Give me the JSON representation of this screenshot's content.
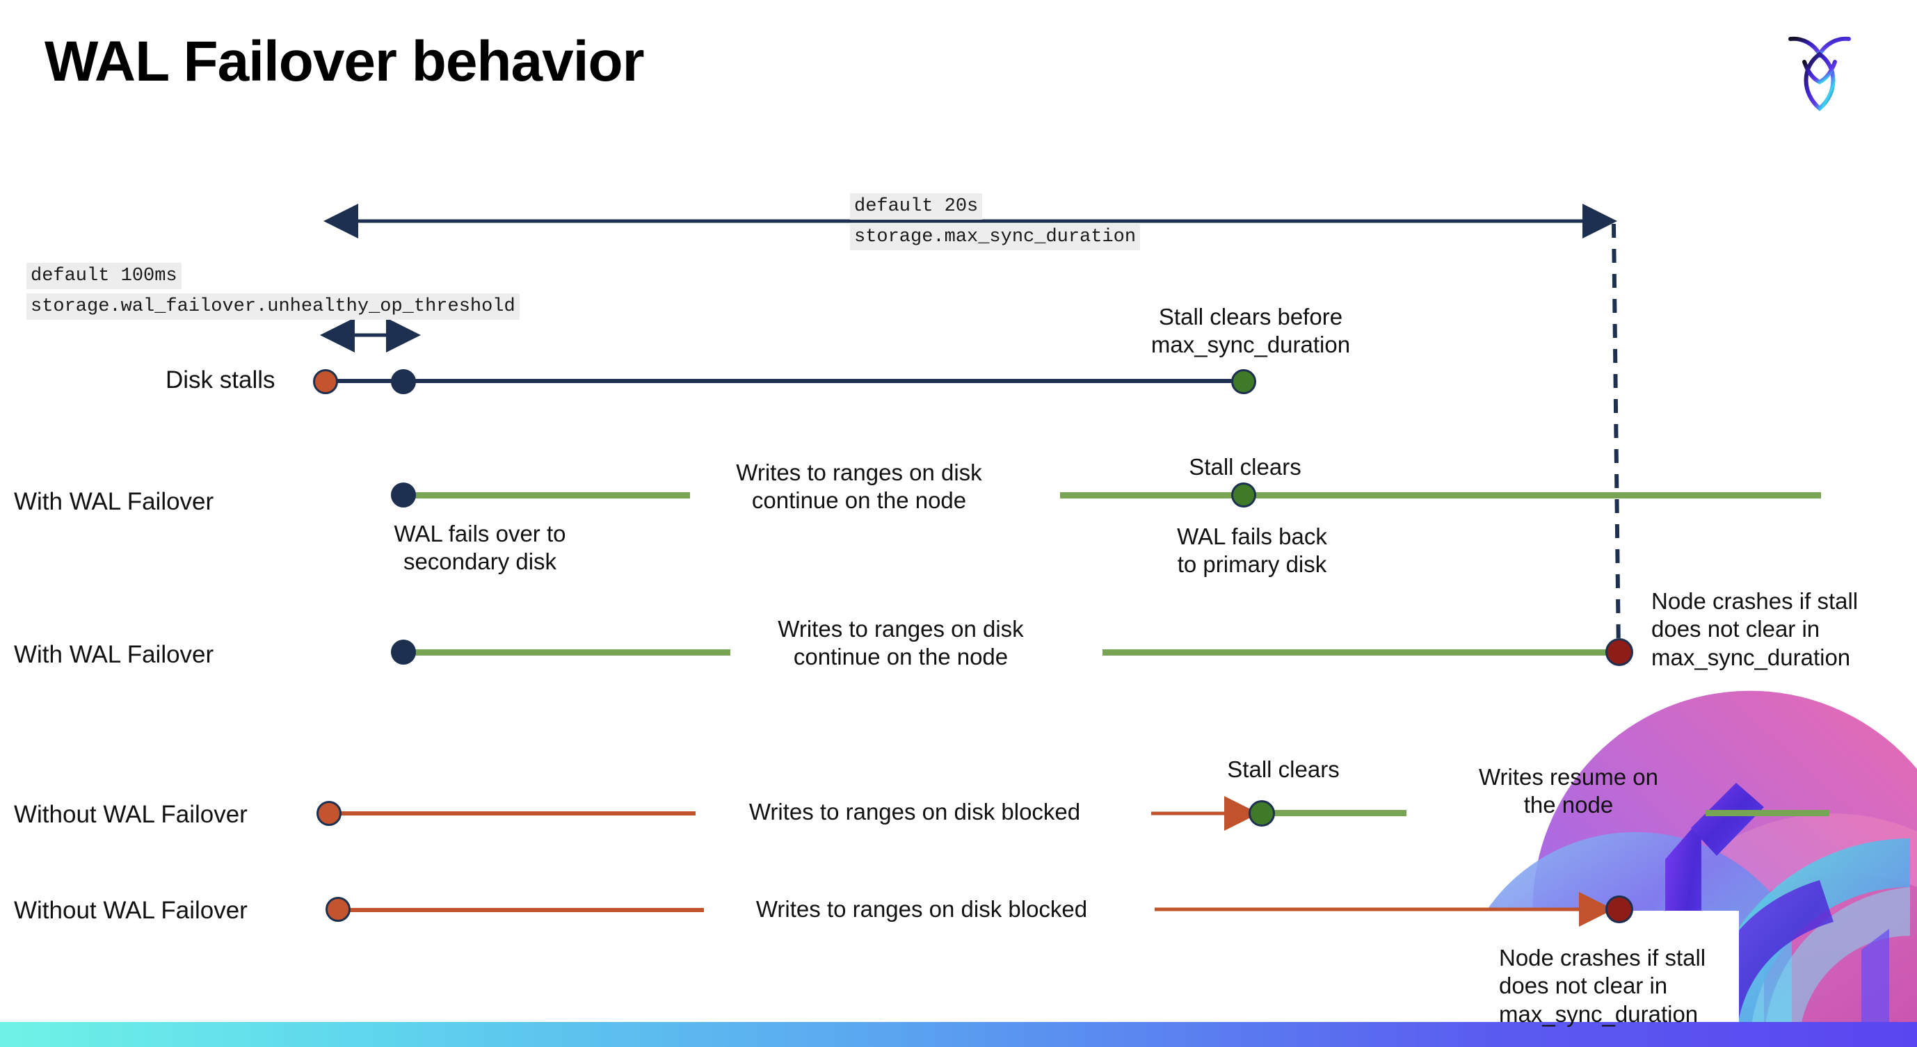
{
  "slide": {
    "title": "WAL Failover behavior",
    "logo_name": "cockroachdb-logo"
  },
  "annotations": {
    "max_sync_duration_default": "default 20s",
    "max_sync_duration_setting": "storage.max_sync_duration",
    "unhealthy_threshold_default": "default 100ms",
    "unhealthy_threshold_setting": "storage.wal_failover.unhealthy_op_threshold"
  },
  "rows": [
    {
      "id": "disk-stalls",
      "label": "Disk stalls",
      "notes": [
        {
          "id": "stall-clears-before",
          "text": "Stall clears before\nmax_sync_duration"
        }
      ]
    },
    {
      "id": "with-wal-failover-1",
      "label": "With WAL Failover",
      "notes": [
        {
          "id": "writes-continue",
          "text": "Writes to ranges on disk\ncontinue on the node"
        },
        {
          "id": "wal-fails-over",
          "text": "WAL fails over to\nsecondary disk"
        },
        {
          "id": "stall-clears",
          "text": "Stall clears"
        },
        {
          "id": "wal-fails-back",
          "text": "WAL fails  back\nto primary disk"
        }
      ]
    },
    {
      "id": "with-wal-failover-2",
      "label": "With WAL Failover",
      "notes": [
        {
          "id": "writes-continue",
          "text": "Writes to ranges on disk\ncontinue on the node"
        },
        {
          "id": "node-crashes",
          "text": "Node crashes if stall\ndoes not clear in\nmax_sync_duration"
        }
      ]
    },
    {
      "id": "without-wal-failover-1",
      "label": "Without WAL Failover",
      "notes": [
        {
          "id": "writes-blocked",
          "text": "Writes to ranges on disk  blocked"
        },
        {
          "id": "stall-clears",
          "text": "Stall clears"
        },
        {
          "id": "writes-resume",
          "text": "Writes resume on\nthe node"
        }
      ]
    },
    {
      "id": "without-wal-failover-2",
      "label": "Without WAL Failover",
      "notes": [
        {
          "id": "writes-blocked",
          "text": "Writes to ranges on disk  blocked"
        },
        {
          "id": "node-crashes",
          "text": "Node crashes if stall\ndoes not clear in\nmax_sync_duration"
        }
      ]
    }
  ],
  "colors": {
    "navy": "#1E3050",
    "green_line": "#78A553",
    "green_dot": "#3E7A27",
    "red_line": "#C0522C",
    "orange_dot": "#C4542E",
    "dark_red_dot": "#8E1D17",
    "code_chip_bg": "#EDEDED",
    "bottom_bar_from": "#6FF2E6",
    "bottom_bar_to": "#5A46F0"
  }
}
